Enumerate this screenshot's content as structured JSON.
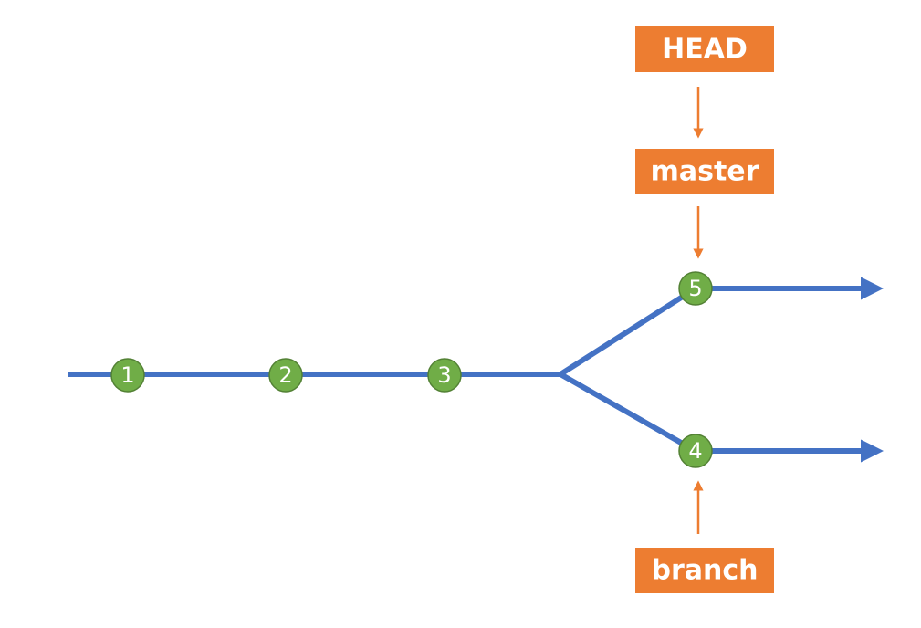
{
  "colors": {
    "line": "#4472C4",
    "commit_fill": "#70AD47",
    "commit_stroke": "#538135",
    "ref_fill": "#ED7D31",
    "ref_text": "#ffffff",
    "pointer": "#ED7D31"
  },
  "refs": {
    "head": "HEAD",
    "master": "master",
    "branch": "branch"
  },
  "commits": {
    "c1": "1",
    "c2": "2",
    "c3": "3",
    "c4": "4",
    "c5": "5"
  }
}
